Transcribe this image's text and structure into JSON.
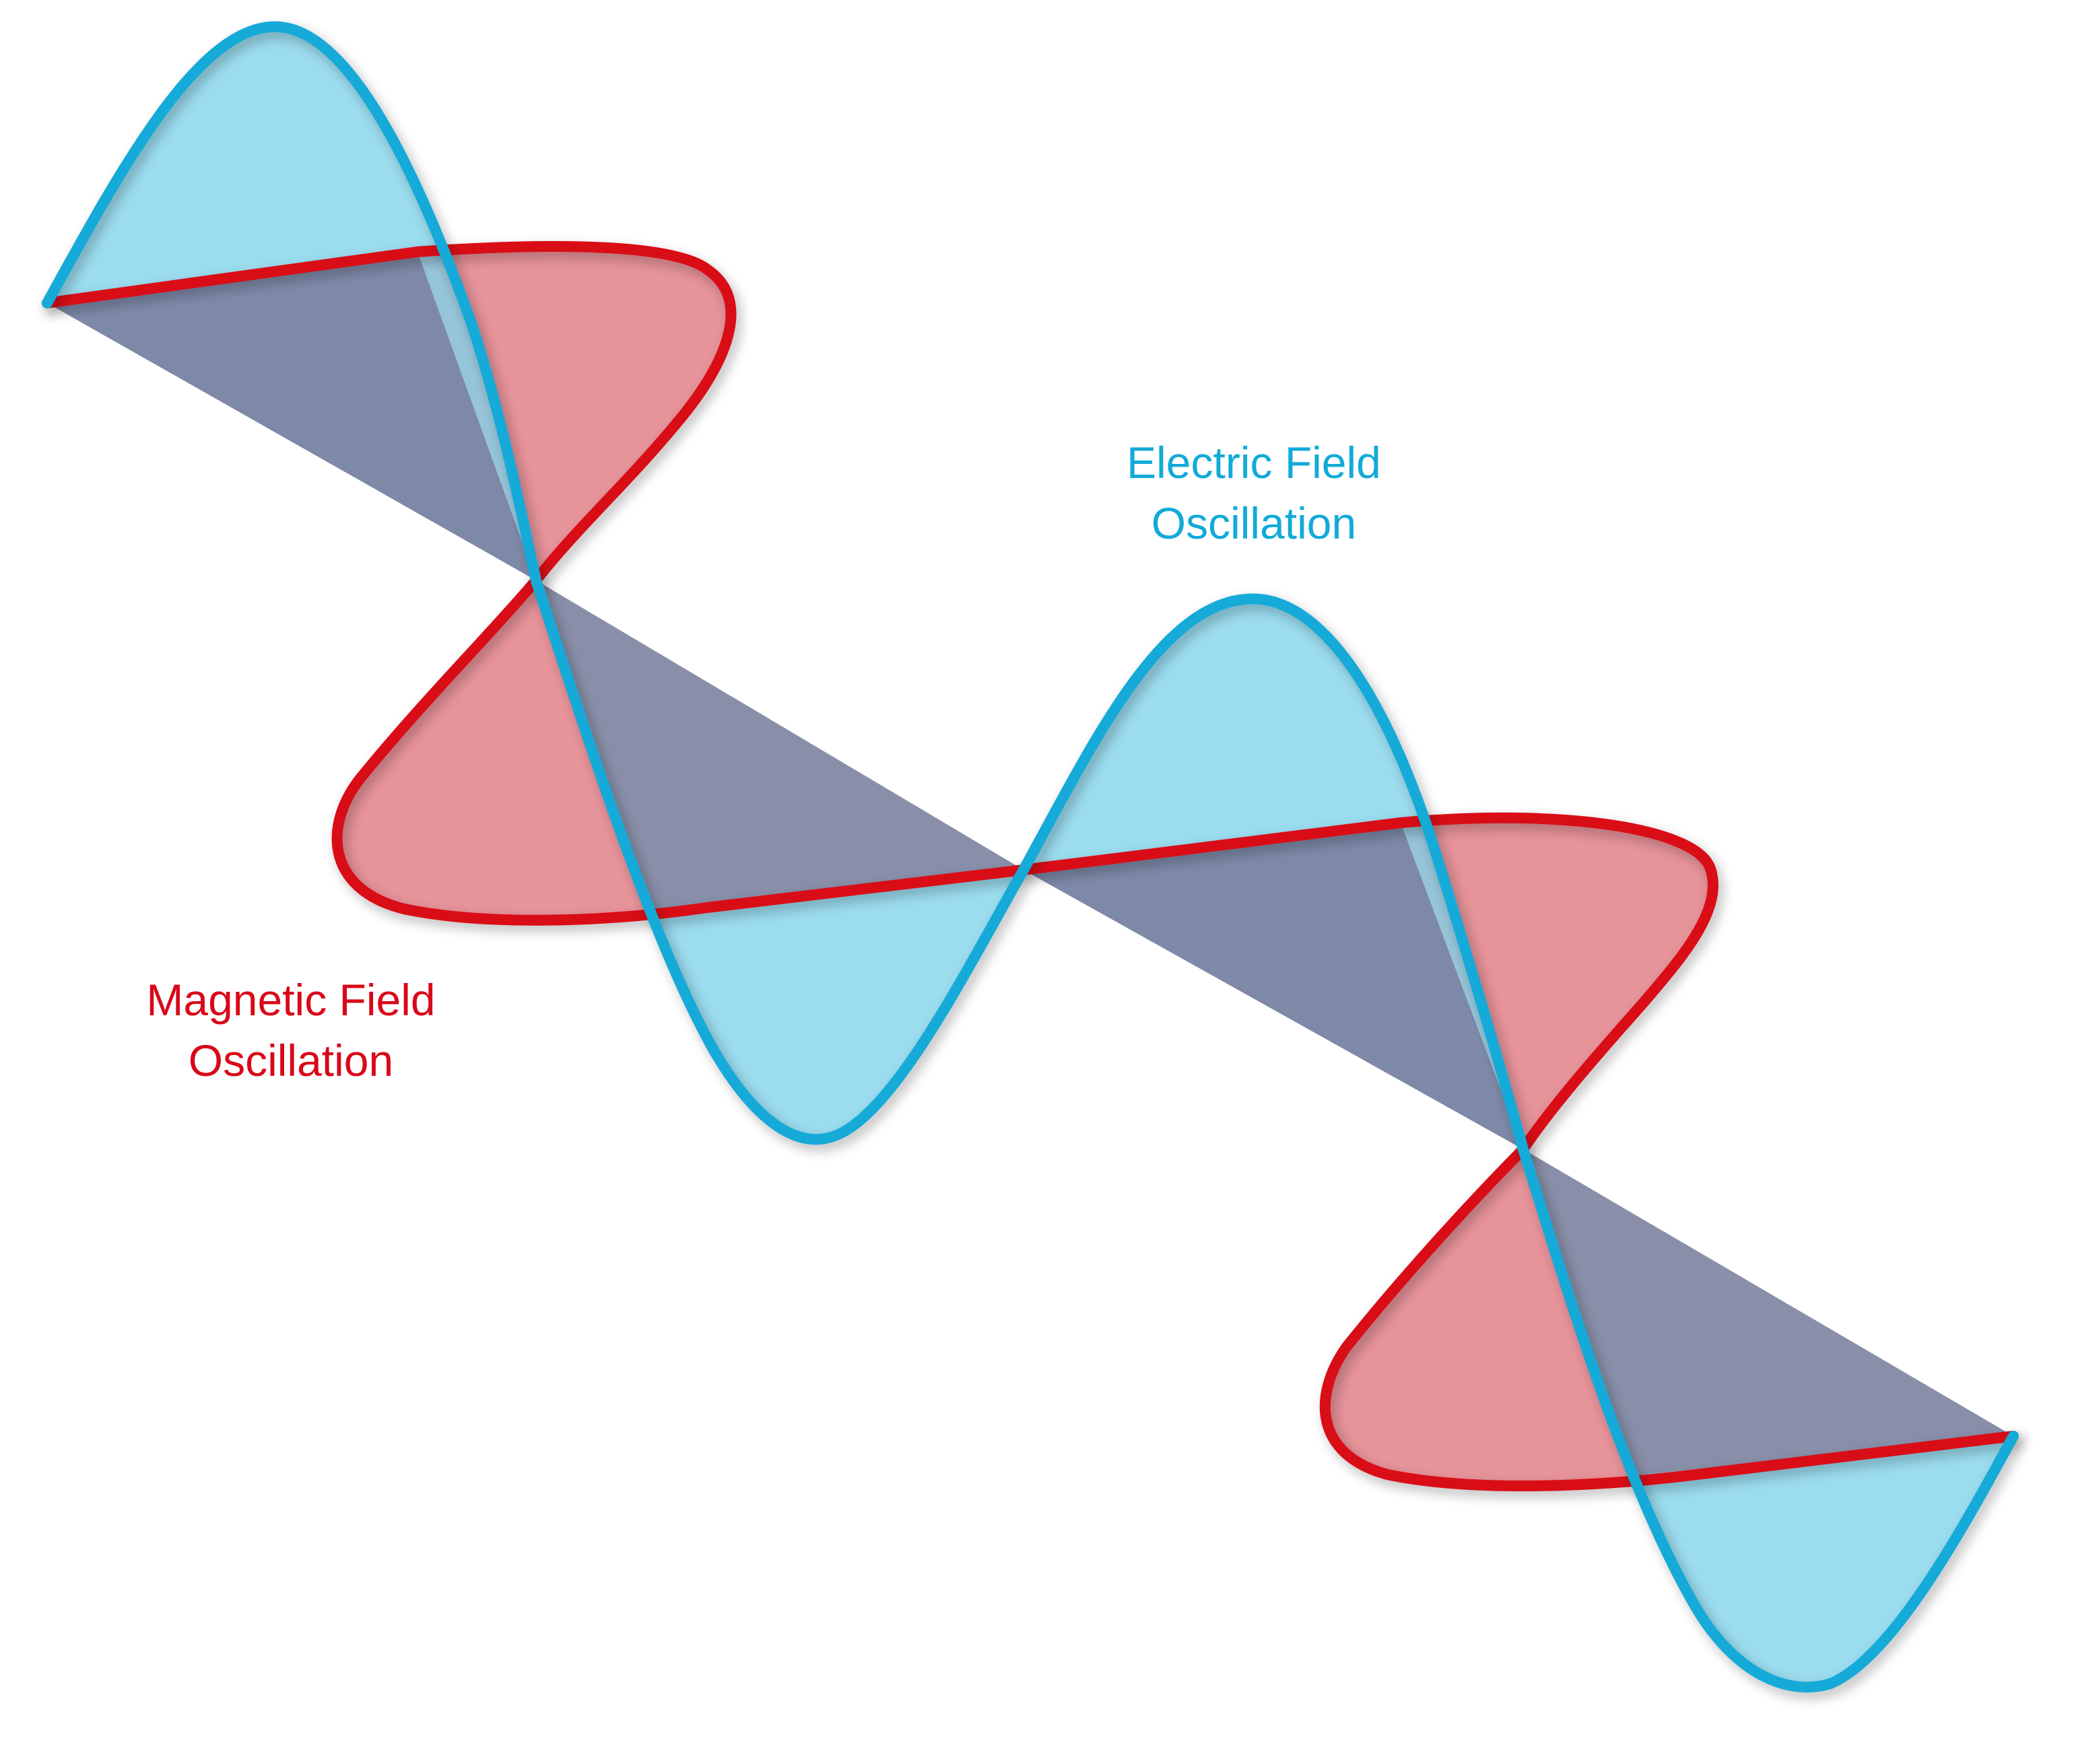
{
  "diagram": {
    "electric_label": {
      "line1": "Electric Field",
      "line2": "Oscillation"
    },
    "magnetic_label": {
      "line1": "Magnetic Field",
      "line2": "Oscillation"
    }
  },
  "colors": {
    "electric": "#12aad8",
    "electric_fill": "#7fd2ea",
    "magnetic": "#d90718",
    "magnetic_fill": "#e27b84",
    "axis_fill": "#7a5f80",
    "background": "#ffffff"
  }
}
